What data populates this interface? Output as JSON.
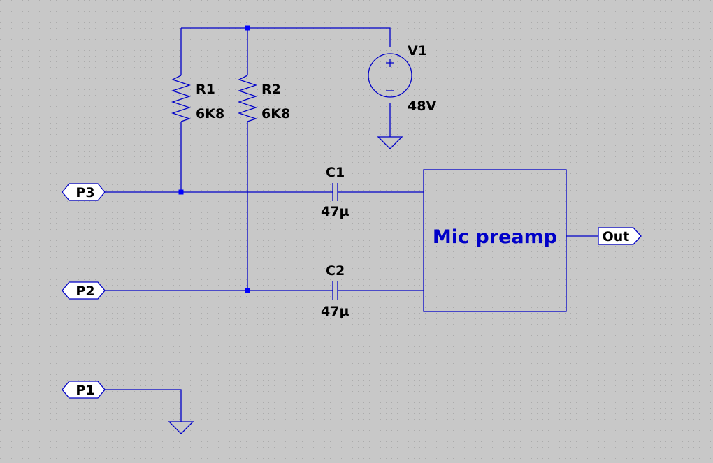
{
  "colors": {
    "background": "#c8c8c8",
    "wire": "#0000c8",
    "junction": "#0000ff",
    "label": "#000000",
    "block_label": "#0000c8"
  },
  "components": {
    "r1": {
      "ref": "R1",
      "value": "6K8"
    },
    "r2": {
      "ref": "R2",
      "value": "6K8"
    },
    "v1": {
      "ref": "V1",
      "value": "48V"
    },
    "c1": {
      "ref": "C1",
      "value": "47µ"
    },
    "c2": {
      "ref": "C2",
      "value": "47µ"
    }
  },
  "block": {
    "label": "Mic preamp"
  },
  "ports": {
    "p3": "P3",
    "p2": "P2",
    "p1": "P1",
    "out": "Out"
  },
  "icons": [
    "resistor-icon",
    "voltage-source-icon",
    "capacitor-icon",
    "ground-icon",
    "port-icon",
    "junction-icon"
  ]
}
